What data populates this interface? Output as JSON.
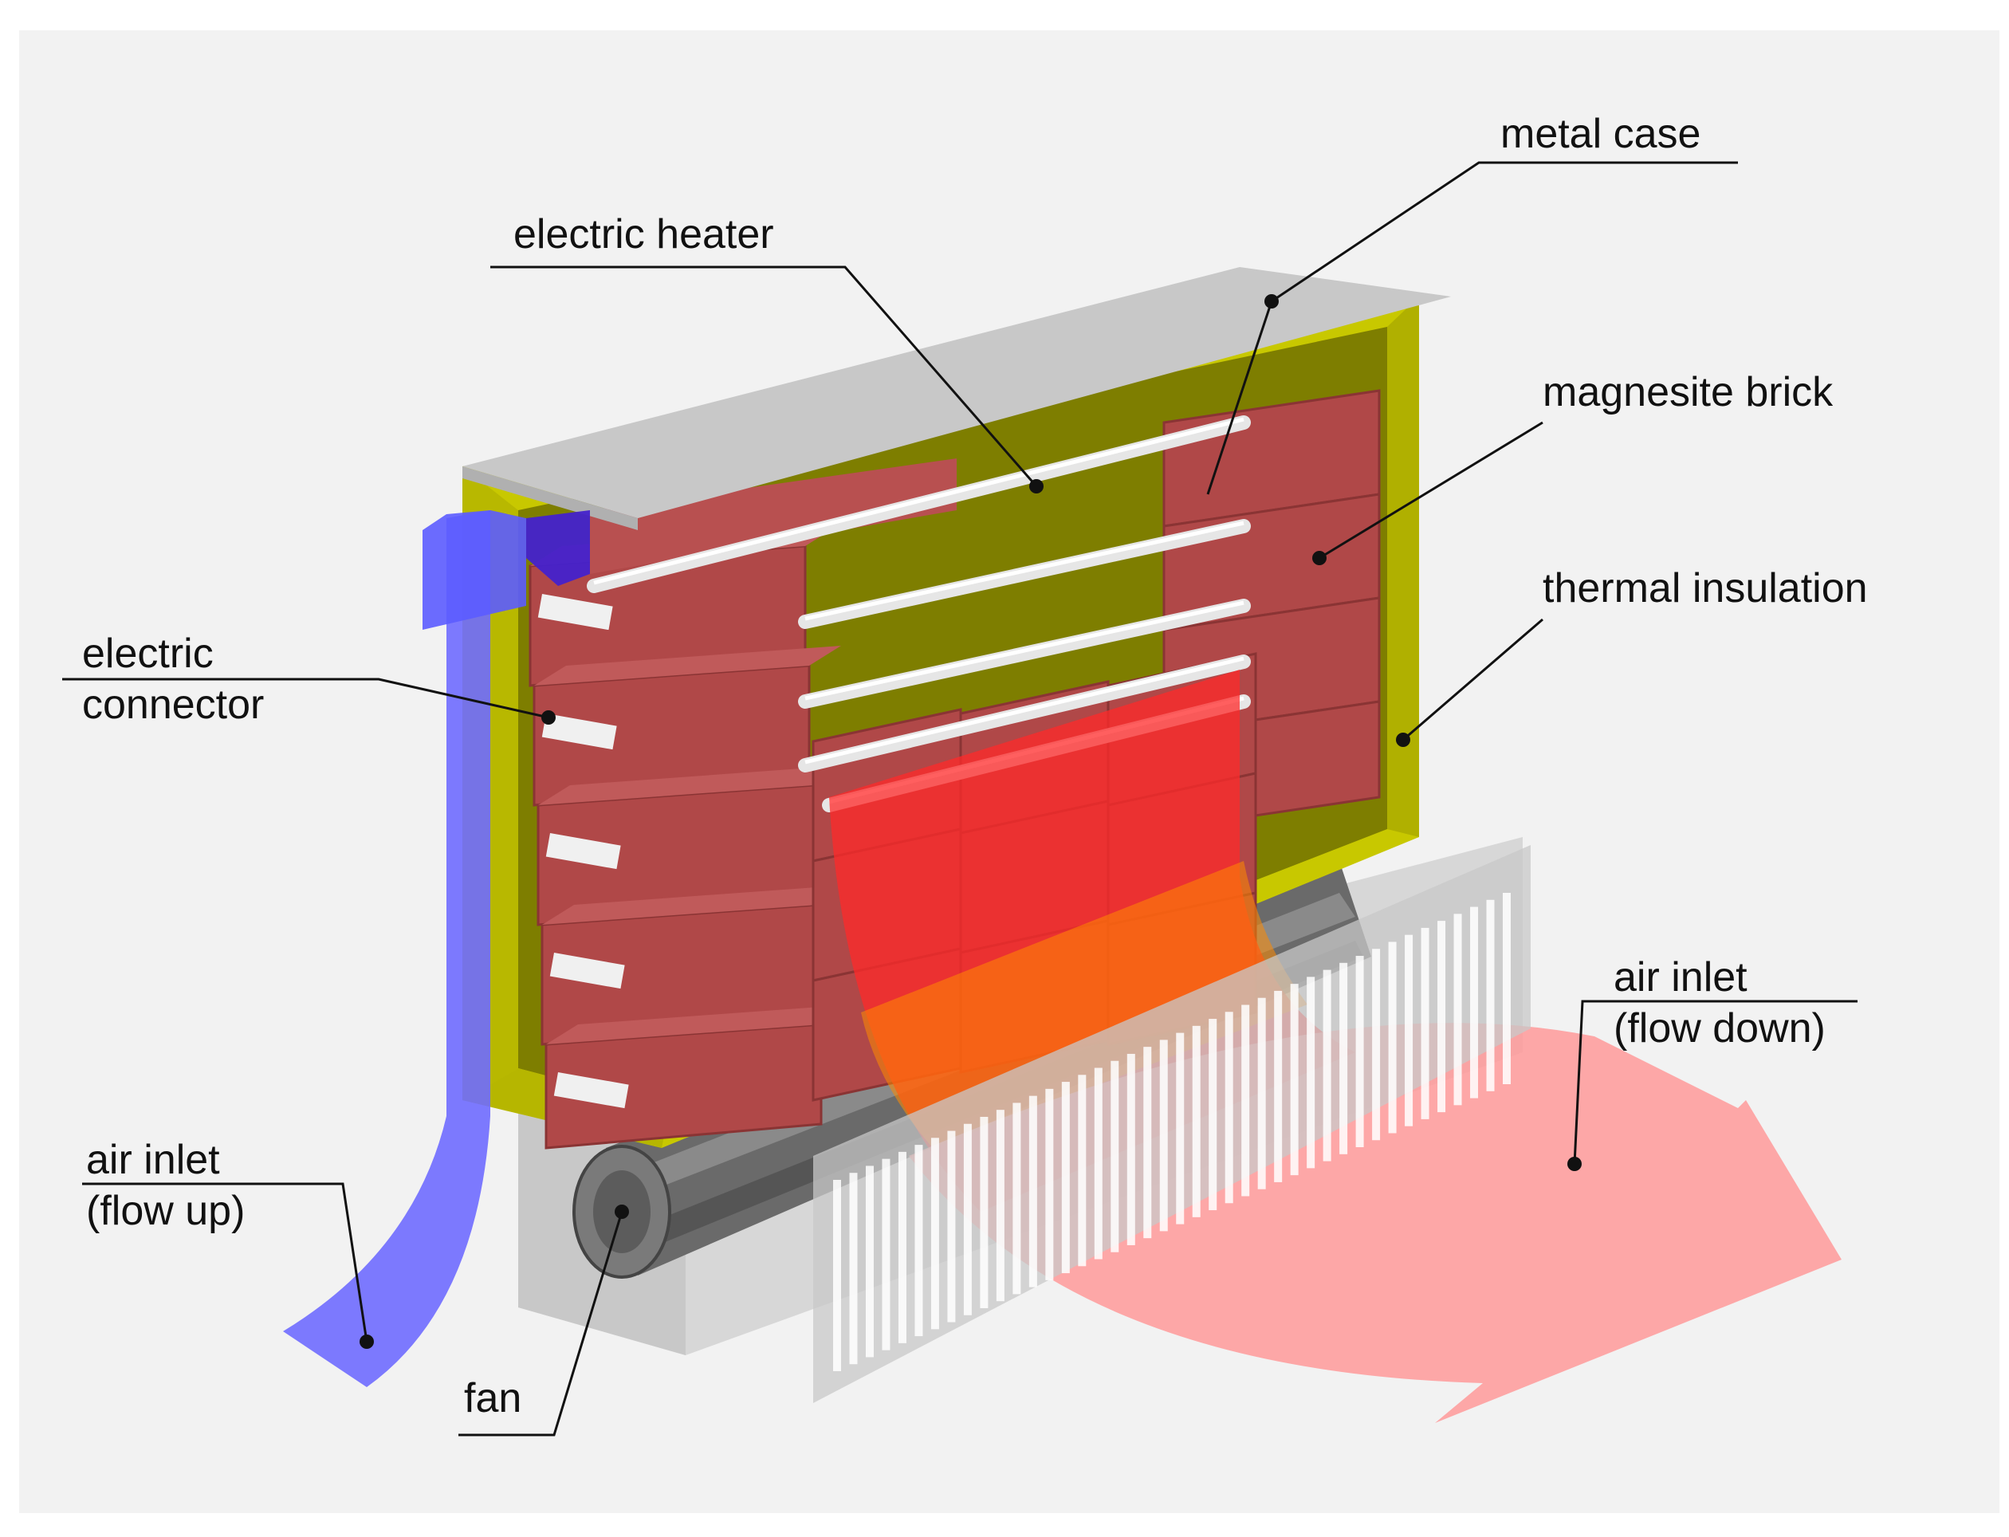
{
  "colors": {
    "background": "#f2f2f2",
    "metal_case": "#c8c8c8",
    "insulation": "#c8c800",
    "brick": "#b04848",
    "air_up": "#6f6cff",
    "air_down_hot": "#ff2a2a",
    "air_down_outflow": "#ff9a9a",
    "fan": "#6a6a6a"
  },
  "labels": {
    "metal_case": "metal case",
    "electric_heater": "electric heater",
    "magnesite_brick": "magnesite brick",
    "thermal_insulation": "thermal insulation",
    "electric_connector_line1": "electric",
    "electric_connector_line2": "connector",
    "air_inlet_up_line1": "air inlet",
    "air_inlet_up_line2": "(flow up)",
    "air_inlet_down_line1": "air inlet",
    "air_inlet_down_line2": "(flow down)",
    "fan": "fan"
  }
}
